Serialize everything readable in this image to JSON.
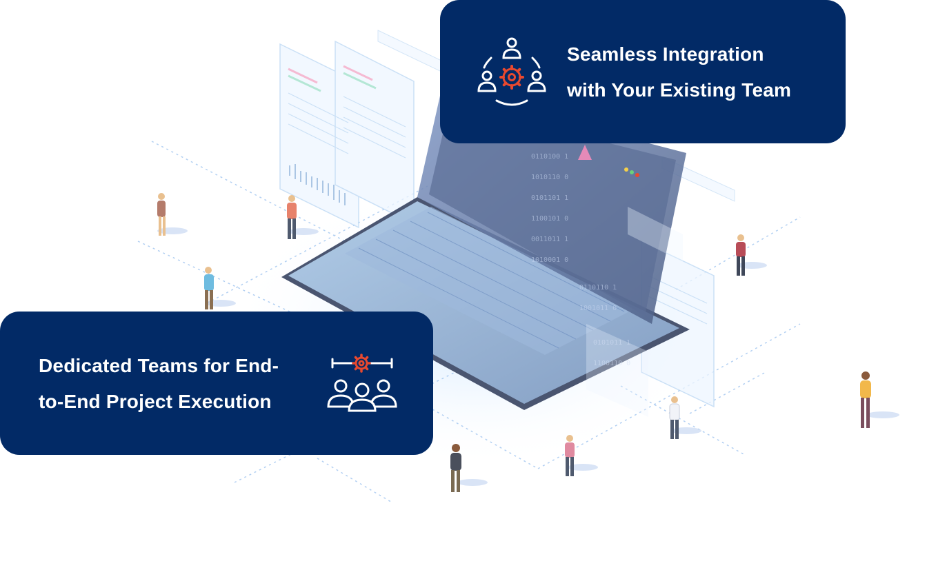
{
  "cards": {
    "integration": {
      "line1": "Seamless Integration",
      "line2": "with Your Existing Team",
      "icon": "team-integration-gear-icon"
    },
    "dedicated": {
      "line1": "Dedicated Teams for End-",
      "line2": "to-End Project Execution",
      "icon": "dedicated-team-gear-icon"
    }
  },
  "colors": {
    "card_background": "#022a66",
    "card_text": "#ffffff",
    "icon_accent": "#e8492f",
    "illustration_line": "#9fc4ef",
    "person_shirt_pink": "#e08aa0"
  }
}
